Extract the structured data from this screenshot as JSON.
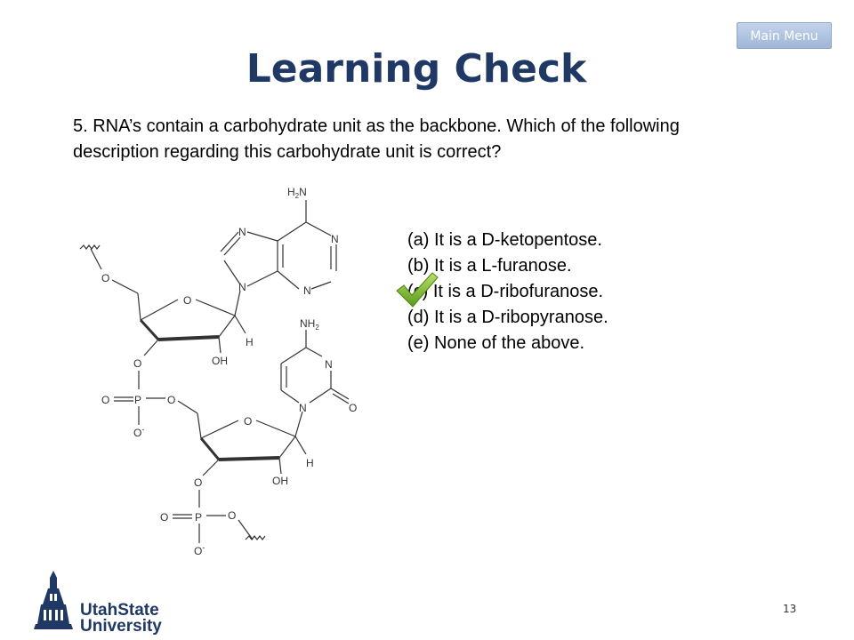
{
  "nav": {
    "main_menu_label": "Main Menu"
  },
  "slide": {
    "title": "Learning Check",
    "question": "5. RNA’s contain a carbohydrate unit as the backbone. Which of the following description regarding this carbohydrate unit is correct?",
    "answers": [
      "(a) It is a D-ketopentose.",
      "(b) It is a L-furanose.",
      "(c) It is a D-ribofuranose.",
      "(d) It is a D-ribopyranose.",
      "(e) None of the above."
    ],
    "correct_answer_index": 2,
    "page_number": "13"
  },
  "molecule_labels": {
    "h2n": "H2N",
    "nh2": "NH2",
    "n": "N",
    "o": "O",
    "oh": "OH",
    "h": "H",
    "p": "P",
    "o_minus": "O-"
  },
  "logo": {
    "line1": "UtahState",
    "line2": "University"
  },
  "colors": {
    "title": "#1f3864",
    "check": "#7cbf2e",
    "logo": "#1f3864",
    "main_menu_bg": "#b3c6e4"
  },
  "icons": {
    "check": "checkmark-icon",
    "logo": "university-logo-icon"
  }
}
